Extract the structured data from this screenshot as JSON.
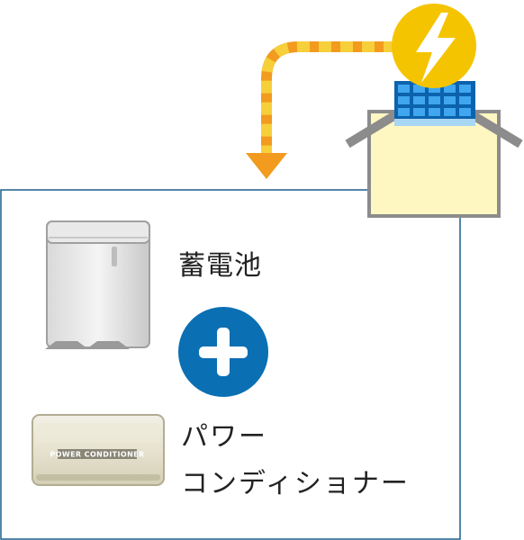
{
  "components": {
    "battery_label": "蓄電池",
    "plus_symbol": "+",
    "power_conditioner_label_line1": "パワー",
    "power_conditioner_label_line2": "コンディショナー",
    "power_conditioner_device_text": "POWER CONDITIONER"
  },
  "icons": {
    "lightning": "lightning-bolt-icon",
    "solar_panel": "solar-panel-icon",
    "house": "house-icon",
    "arrow": "arrow-down-icon",
    "plus": "plus-icon"
  },
  "colors": {
    "accent_blue": "#0b6fb3",
    "lightning_yellow": "#f5c400",
    "flow_orange": "#f29b1e",
    "flow_dash": "#f6cf3a",
    "house_fill": "#fff7c2",
    "house_outline": "#8c8c8c",
    "panel_blue": "#1e7fd0",
    "frame": "#1b5f8a"
  }
}
